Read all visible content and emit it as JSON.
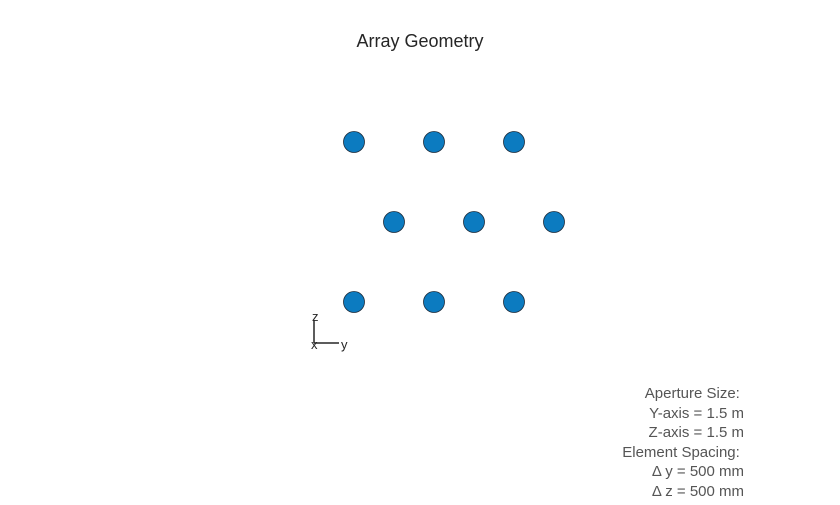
{
  "chart_data": {
    "type": "scatter",
    "title": "Array Geometry",
    "xlabel": "y",
    "ylabel": "z",
    "depth_label": "x",
    "units": "m",
    "element_color": "#0C7BC0",
    "edge_color": "#1a2a3a",
    "points": [
      {
        "y": -0.625,
        "z": 0.5
      },
      {
        "y": -0.125,
        "z": 0.5
      },
      {
        "y": 0.375,
        "z": 0.5
      },
      {
        "y": -0.375,
        "z": 0.0
      },
      {
        "y": 0.125,
        "z": 0.0
      },
      {
        "y": 0.625,
        "z": 0.0
      },
      {
        "y": -0.625,
        "z": -0.5
      },
      {
        "y": -0.125,
        "z": -0.5
      },
      {
        "y": 0.375,
        "z": -0.5
      }
    ],
    "annotation": {
      "lines": [
        "Aperture Size: ",
        "Y-axis = 1.5 m",
        "Z-axis = 1.5 m",
        "Element Spacing: ",
        "Δ y = 500 mm",
        "Δ z = 500 mm"
      ]
    }
  }
}
